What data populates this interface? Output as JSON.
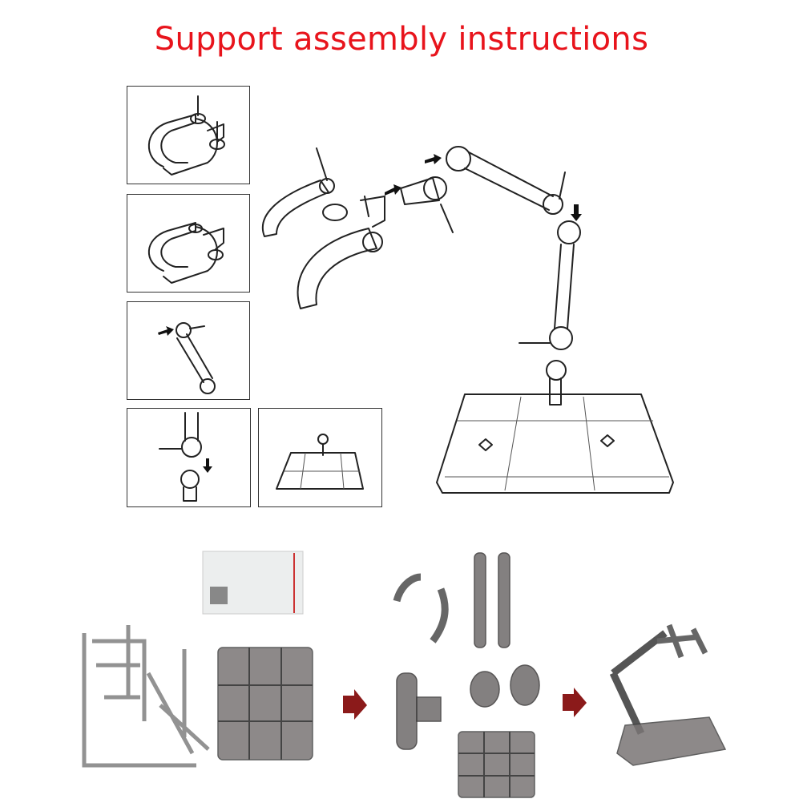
{
  "title": "Support assembly instructions",
  "colors": {
    "title": "#e8141c",
    "arrow": "#8b1a1a",
    "line": "#222222"
  },
  "steps": [
    {
      "name": "step-1-clamp-with-screws"
    },
    {
      "name": "step-2-clamp-assembled"
    },
    {
      "name": "step-3-arm-joint"
    },
    {
      "name": "step-4-arm-to-base-connector"
    },
    {
      "name": "step-5-base-plate"
    }
  ]
}
